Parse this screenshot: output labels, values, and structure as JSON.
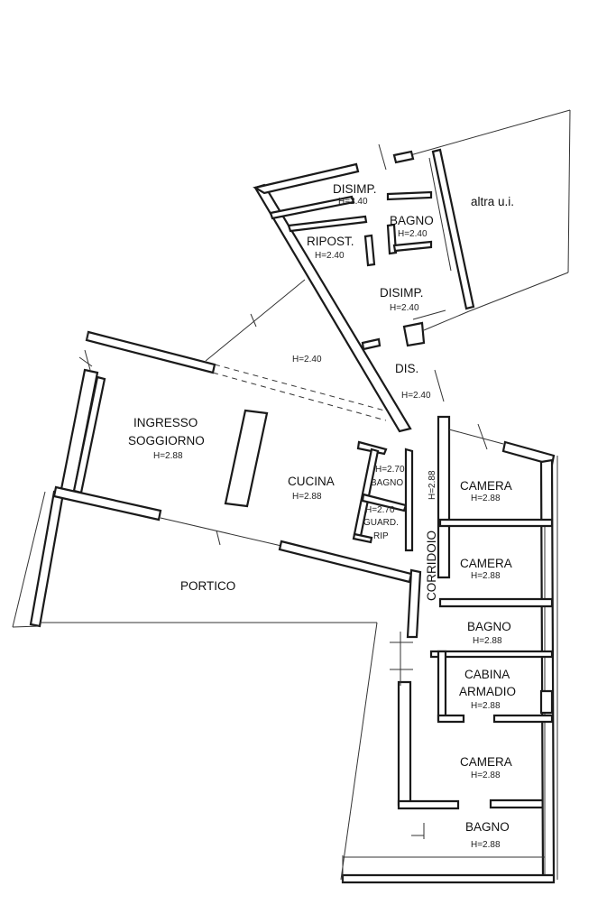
{
  "rooms": {
    "disimp_top": {
      "name": "DISIMP.",
      "height": "H=2.40"
    },
    "bagno_top": {
      "name": "BAGNO",
      "height": "H=2.40"
    },
    "altra_ui": {
      "name": "altra u.i."
    },
    "ripost": {
      "name": "RIPOST.",
      "height": "H=2.40"
    },
    "disimp_mid": {
      "name": "DISIMP.",
      "height": "H=2.40"
    },
    "dis": {
      "name": "DIS.",
      "height": "H=2.40"
    },
    "open_area": {
      "height": "H=2.40"
    },
    "ingresso": {
      "name_line1": "INGRESSO",
      "name_line2": "SOGGIORNO",
      "height": "H=2.88"
    },
    "cucina": {
      "name": "CUCINA",
      "height": "H=2.88"
    },
    "bagno_small": {
      "height": "H=2.70",
      "name": "BAGNO"
    },
    "guard": {
      "height": "H=2.70",
      "name": "GUARD.",
      "extra": "RIP"
    },
    "corridoio": {
      "name": "CORRIDOIO",
      "height": "H=2.88"
    },
    "camera1": {
      "name": "CAMERA",
      "height": "H=2.88"
    },
    "camera2": {
      "name": "CAMERA",
      "height": "H=2.88"
    },
    "bagno2": {
      "name": "BAGNO",
      "height": "H=2.88"
    },
    "cabina": {
      "name_line1": "CABINA",
      "name_line2": "ARMADIO",
      "height": "H=2.88"
    },
    "camera3": {
      "name": "CAMERA",
      "height": "H=2.88"
    },
    "bagno3": {
      "name": "BAGNO",
      "height": "H=2.88"
    },
    "portico": {
      "name": "PORTICO"
    }
  }
}
